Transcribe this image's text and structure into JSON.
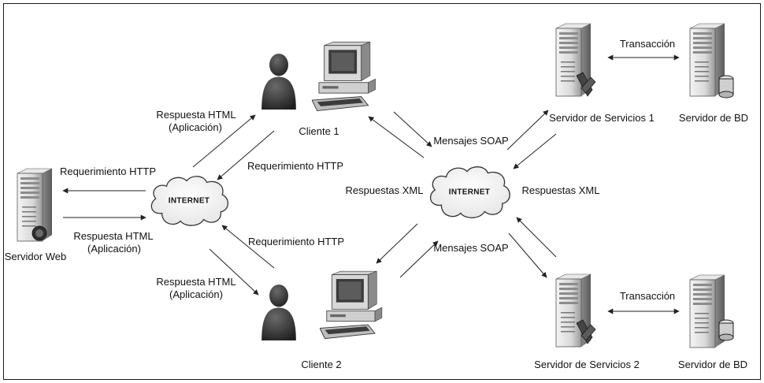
{
  "nodes": {
    "web_server": "Servidor Web",
    "client1": "Cliente 1",
    "client2": "Cliente 2",
    "service1": "Servidor de Servicios 1",
    "service2": "Servidor de Servicios 2",
    "db1": "Servidor de BD",
    "db2": "Servidor de BD",
    "internet_left": "INTERNET",
    "internet_right": "INTERNET"
  },
  "edges": {
    "req_web": "Requerimiento HTTP",
    "resp_web_1": "Respuesta HTML",
    "resp_web_2": "(Aplicación)",
    "resp_c1_1": "Respuesta HTML",
    "resp_c1_2": "(Aplicación)",
    "req_c1": "Requerimiento HTTP",
    "req_c2": "Requerimiento HTTP",
    "resp_c2_1": "Respuesta HTML",
    "resp_c2_2": "(Aplicación)",
    "soap_top": "Mensajes SOAP",
    "soap_bottom": "Mensajes SOAP",
    "xml_left": "Respuestas XML",
    "xml_right": "Respuestas XML",
    "trans_top": "Transacción",
    "trans_bottom": "Transacción"
  }
}
